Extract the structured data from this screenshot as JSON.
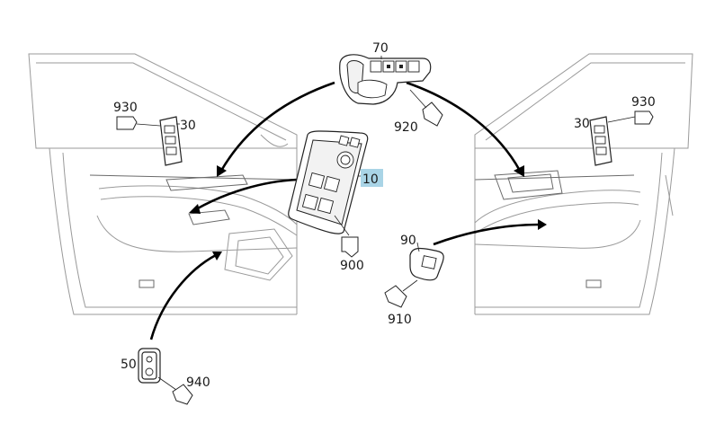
{
  "labels": {
    "part_10": "10",
    "part_30_left": "30",
    "part_30_right": "30",
    "part_50": "50",
    "part_70": "70",
    "part_90": "90",
    "part_900": "900",
    "part_910": "910",
    "part_920": "920",
    "part_930_left": "930",
    "part_930_right": "930",
    "part_940": "940"
  },
  "colors": {
    "highlight": "#a9d4e6",
    "line": "#222222",
    "door_outline": "#9a9a9a",
    "arrow": "#000000"
  }
}
